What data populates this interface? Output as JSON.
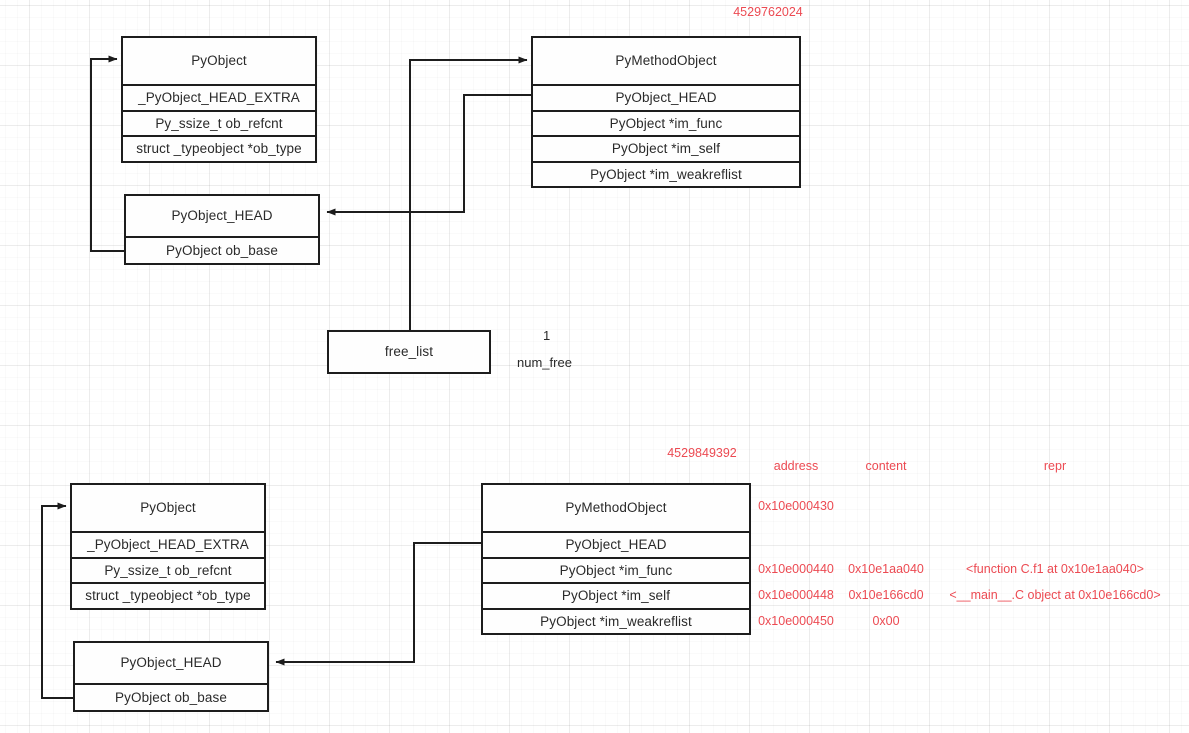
{
  "diagram": {
    "title": "CPython PyMethodObject free_list memory layout",
    "colors": {
      "box_border": "#1d1d1d",
      "box_text": "#2a2a2a",
      "annotation_red": "#ec4a52",
      "grid": "#e8e8e8",
      "background": "#ffffff"
    }
  },
  "top_section": {
    "pyobject_struct": {
      "title": "PyObject",
      "fields": [
        "_PyObject_HEAD_EXTRA",
        "Py_ssize_t ob_refcnt",
        "struct _typeobject *ob_type"
      ]
    },
    "pyobject_head_struct": {
      "title": "PyObject_HEAD",
      "fields": [
        "PyObject ob_base"
      ]
    },
    "pymethodobject_struct": {
      "title": "PyMethodObject",
      "fields": [
        "PyObject_HEAD",
        "PyObject *im_func",
        "PyObject *im_self",
        "PyObject *im_weakreflist"
      ]
    },
    "free_list_box": {
      "label": "free_list"
    },
    "num_free": {
      "value": "1",
      "label": "num_free"
    },
    "object_id": "4529762024"
  },
  "bottom_section": {
    "pyobject_struct": {
      "title": "PyObject",
      "fields": [
        "_PyObject_HEAD_EXTRA",
        "Py_ssize_t ob_refcnt",
        "struct _typeobject *ob_type"
      ]
    },
    "pyobject_head_struct": {
      "title": "PyObject_HEAD",
      "fields": [
        "PyObject ob_base"
      ]
    },
    "pymethodobject_struct": {
      "title": "PyMethodObject",
      "fields": [
        "PyObject_HEAD",
        "PyObject *im_func",
        "PyObject *im_self",
        "PyObject *im_weakreflist"
      ]
    },
    "object_id": "4529849392",
    "memory_table": {
      "headers": {
        "address": "address",
        "content": "content",
        "repr": "repr"
      },
      "rows": [
        {
          "address": "0x10e000430",
          "content": "",
          "repr": ""
        },
        {
          "address": "",
          "content": "",
          "repr": ""
        },
        {
          "address": "0x10e000440",
          "content": "0x10e1aa040",
          "repr": "<function C.f1 at 0x10e1aa040>"
        },
        {
          "address": "0x10e000448",
          "content": "0x10e166cd0",
          "repr": "<__main__.C object at 0x10e166cd0>"
        },
        {
          "address": "0x10e000450",
          "content": "0x00",
          "repr": ""
        }
      ]
    }
  }
}
